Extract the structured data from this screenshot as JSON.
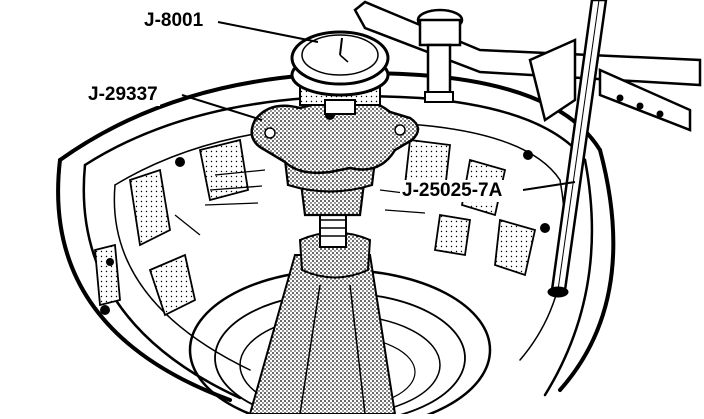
{
  "callouts": {
    "gauge": "J-8001",
    "fixture": "J-29337",
    "rod": "J-25025-7A"
  },
  "colors": {
    "ink": "#000000",
    "paper": "#ffffff",
    "stipple": "#555555"
  }
}
